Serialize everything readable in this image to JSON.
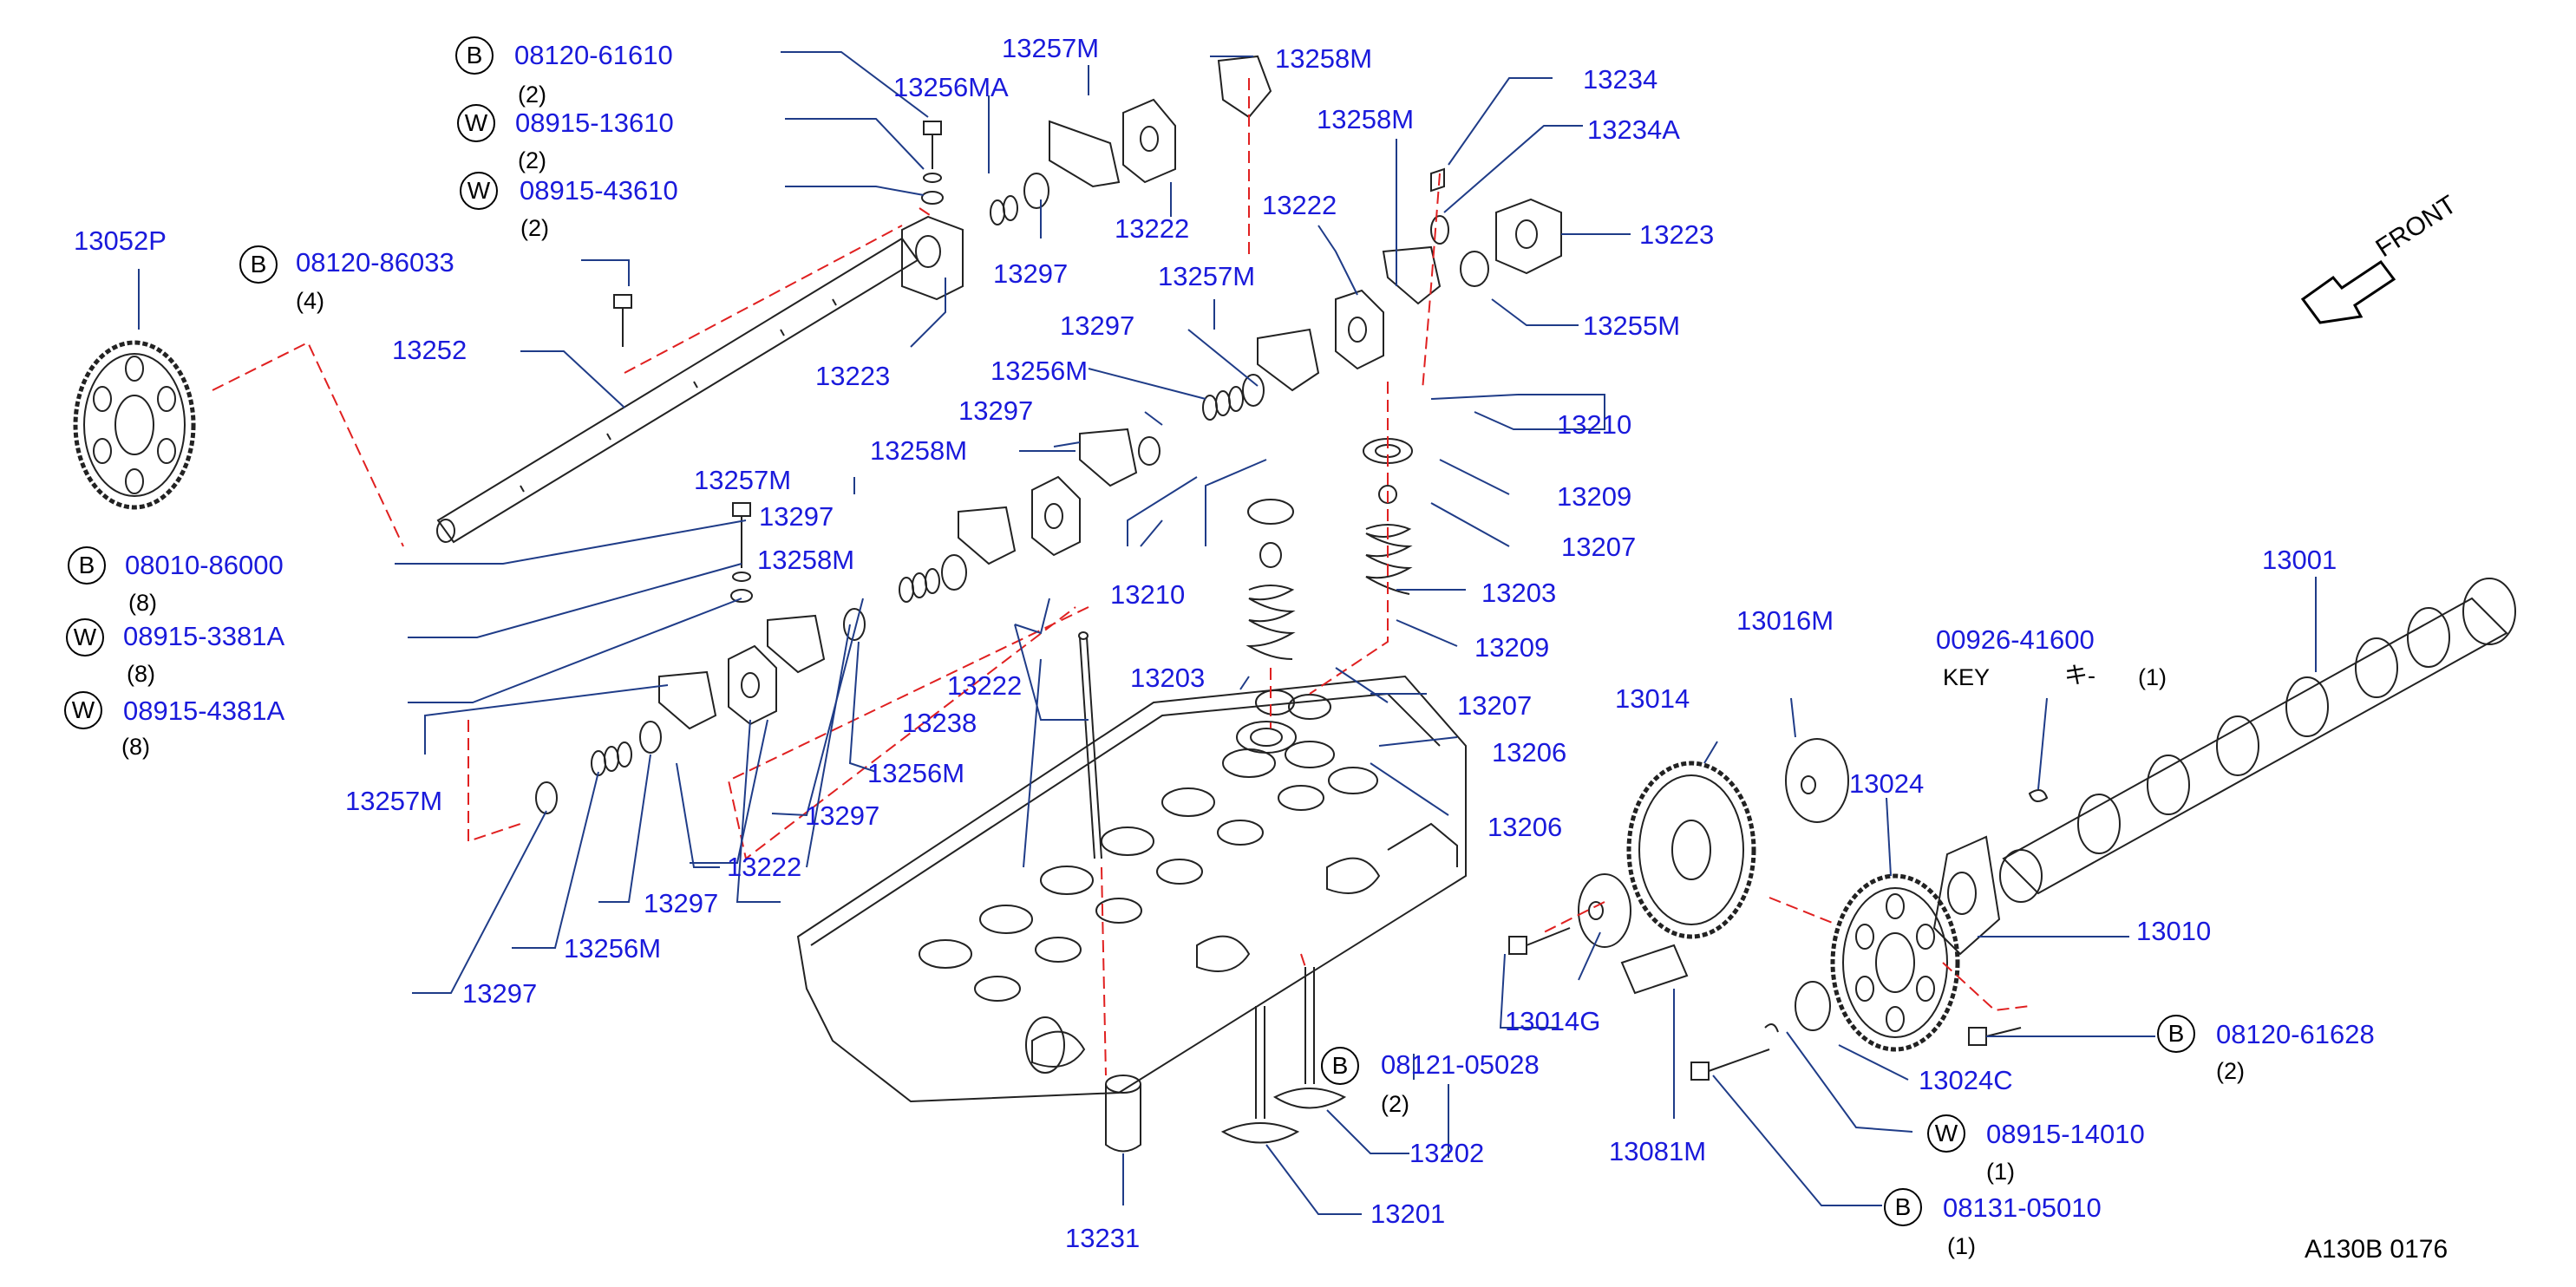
{
  "colors": {
    "part_number": "#1a1adb",
    "quantity": "#000000",
    "leader_line": "#1f3c88",
    "dash_line": "#e02020",
    "drawing": "#222222"
  },
  "front_indicator": {
    "label": "FRONT",
    "icon": "arrow-icon"
  },
  "reference_code": "A130B  0176",
  "key_note": {
    "label": "KEY",
    "jp": "キ-"
  },
  "parts": {
    "p13052P": "13052P",
    "p13252": "13252",
    "p13223a": "13223",
    "p13223b": "13223",
    "p13256MA": "13256MA",
    "p13257M_a": "13257M",
    "p13258M_a": "13258M",
    "p13222_a": "13222",
    "p13297_a": "13297",
    "p13234": "13234",
    "p13234A": "13234A",
    "p13258M_b": "13258M",
    "p13255M": "13255M",
    "p13222_b": "13222",
    "p13257M_b": "13257M",
    "p13297_b": "13297",
    "p13256M_a": "13256M",
    "p13297_c": "13297",
    "p13258M_c": "13258M",
    "p13210_a": "13210",
    "p13209_a": "13209",
    "p13207_a": "13207",
    "p13203_a": "13203",
    "p13209_b": "13209",
    "p13257M_c": "13257M",
    "p13297_d": "13297",
    "p13258M_d": "13258M",
    "p13210_b": "13210",
    "p13222_c": "13222",
    "p13203_b": "13203",
    "p13207_b": "13207",
    "p13238": "13238",
    "p13206_a": "13206",
    "p13256M_b": "13256M",
    "p13206_b": "13206",
    "p13297_e": "13297",
    "p13222_d": "13222",
    "p13257M_d": "13257M",
    "p13297_f": "13297",
    "p13256M_c": "13256M",
    "p13297_g": "13297",
    "p13231": "13231",
    "p13201": "13201",
    "p13202": "13202",
    "p13016M": "13016M",
    "p13014": "13014",
    "p13024": "13024",
    "p13001": "13001",
    "p00926": "00926-41600",
    "p13010": "13010",
    "p13014G": "13014G",
    "p13081M": "13081M",
    "p13024C": "13024C"
  },
  "fasteners": {
    "f1": {
      "badge": "B",
      "part": "08120-61610",
      "qty": "(2)"
    },
    "f2": {
      "badge": "W",
      "part": "08915-13610",
      "qty": "(2)"
    },
    "f3": {
      "badge": "W",
      "part": "08915-43610",
      "qty": "(2)"
    },
    "f4": {
      "badge": "B",
      "part": "08120-86033",
      "qty": "(4)"
    },
    "f5": {
      "badge": "B",
      "part": "08010-86000",
      "qty": "(8)"
    },
    "f6": {
      "badge": "W",
      "part": "08915-3381A",
      "qty": "(8)"
    },
    "f7": {
      "badge": "W",
      "part": "08915-4381A",
      "qty": "(8)"
    },
    "f8": {
      "badge": "B",
      "part": "08121-05028",
      "qty": "(2)"
    },
    "f9": {
      "badge": "B",
      "part": "08120-61628",
      "qty": "(2)"
    },
    "f10": {
      "badge": "W",
      "part": "08915-14010",
      "qty": "(1)"
    },
    "f11": {
      "badge": "B",
      "part": "08131-05010",
      "qty": "(1)"
    }
  },
  "key_qty": "(1)"
}
